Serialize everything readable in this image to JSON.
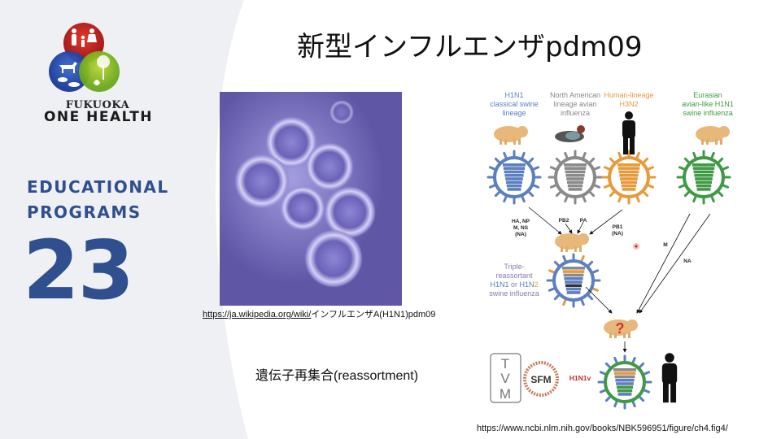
{
  "slide": {
    "title": "新型インフルエンザpdm09",
    "logo": {
      "line1": "FUKUOKA",
      "line2": "ONE HEALTH"
    },
    "section": {
      "line1": "EDUCATIONAL",
      "line2": "PROGRAMS",
      "number": "23"
    },
    "colors": {
      "accent": "#2f4f8f",
      "panel": "#eff0f4"
    }
  },
  "micrograph": {
    "caption_link": "https://ja.wikipedia.org/wiki/",
    "caption_rest": "インフルエンザA(H1N1)pdm09"
  },
  "reassortment_label": "遺伝子再集合(reassortment)",
  "diagram": {
    "sources": [
      {
        "lines": [
          "H1N1",
          "classical swine",
          "lineage"
        ],
        "color": "#5b7fc0"
      },
      {
        "lines": [
          "North American",
          "lineage avian",
          "influenza"
        ],
        "color": "#8a8a8a"
      },
      {
        "lines": [
          "Human-lineage",
          "H3N2"
        ],
        "color": "#e79a3a"
      },
      {
        "lines": [
          "Eurasian",
          "avian-like H1N1",
          "swine influenza"
        ],
        "color": "#3f9a45"
      }
    ],
    "segments": [
      "PB2",
      "PB1",
      "PA",
      "HA",
      "NP",
      "NA",
      "M",
      "NS"
    ],
    "arrow_labels": {
      "swine": [
        "HA, NP",
        "M, NS",
        "(NA)"
      ],
      "avian_pb2": "PB2",
      "avian_pa": "PA",
      "human": [
        "PB1",
        "(NA)"
      ],
      "m": "M",
      "na": "NA"
    },
    "triple": {
      "line1": "Triple-",
      "line2": "reassortant",
      "h1n1": "H1N1",
      "or": " or ",
      "h1n2_a": "H1N",
      "h1n2_b": "2",
      "line4": "swine influenza"
    },
    "question": "?",
    "tvm": [
      "T",
      "V",
      "M"
    ],
    "sfm": "SFM",
    "result": "H1N1v"
  },
  "source_url": "https://www.ncbi.nlm.nih.gov/books/NBK596951/figure/ch4.fig4/"
}
